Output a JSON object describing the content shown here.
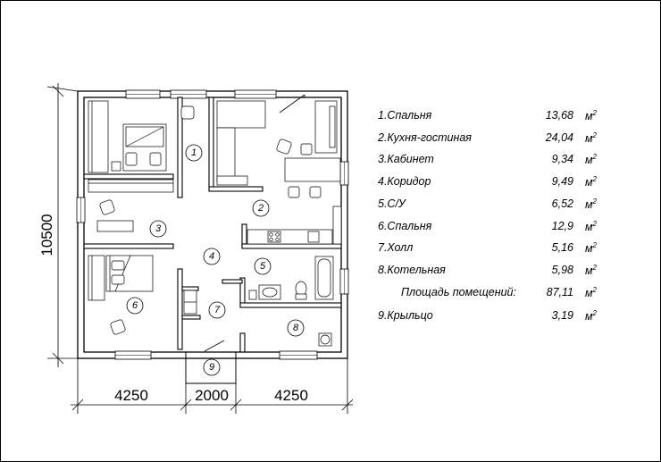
{
  "dimensions": {
    "height": "10500",
    "width_left": "4250",
    "width_middle": "2000",
    "width_right": "4250"
  },
  "room_numbers": [
    "1",
    "2",
    "3",
    "4",
    "5",
    "6",
    "7",
    "8",
    "9"
  ],
  "legend": {
    "unit": "м",
    "unit_power": "2",
    "rows": [
      {
        "name": "1.Спальня",
        "area": "13,68"
      },
      {
        "name": "2.Кухня-гостиная",
        "area": "24,04"
      },
      {
        "name": "3.Кабинет",
        "area": "9,34"
      },
      {
        "name": "4.Коридор",
        "area": "9,49"
      },
      {
        "name": "5.С/У",
        "area": "6,52"
      },
      {
        "name": "6.Спальня",
        "area": "12,9"
      },
      {
        "name": "7.Холл",
        "area": "5,16"
      },
      {
        "name": "8.Котельная",
        "area": "5,98"
      }
    ],
    "total": {
      "name": "Площадь помещений:",
      "area": "87,11"
    },
    "extra": {
      "name": "9.Крыльцо",
      "area": "3,19"
    }
  }
}
